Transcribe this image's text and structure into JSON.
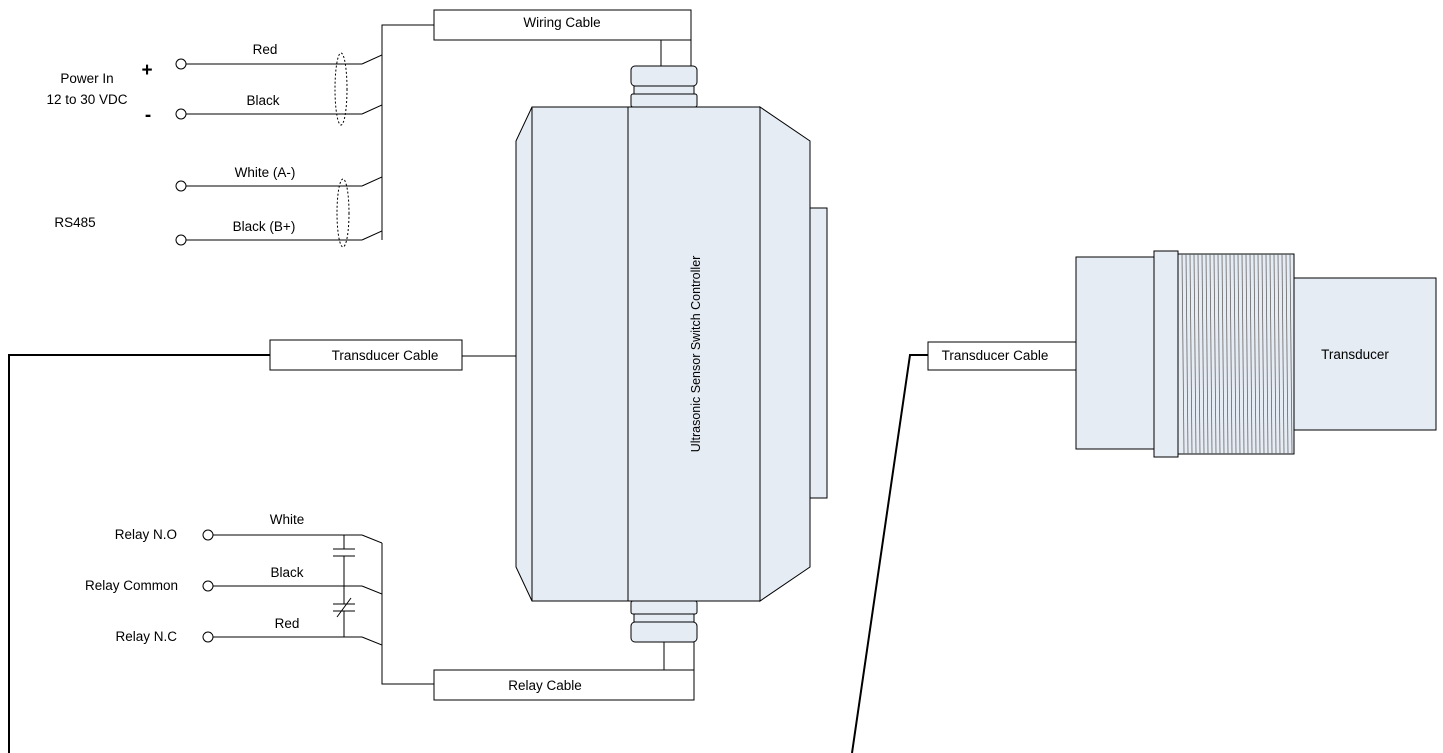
{
  "labels": {
    "wiring_cable": "Wiring Cable",
    "relay_cable": "Relay Cable",
    "transducer_cable": "Transducer Cable",
    "transducer_cable_right": "Transducer Cable",
    "transducer": "Transducer",
    "controller": "Ultrasonic Sensor Switch Controller"
  },
  "power": {
    "title": "Power In",
    "voltage": "12 to 30 VDC",
    "plus": "+",
    "minus": "-",
    "wire_pos": "Red",
    "wire_neg": "Black"
  },
  "rs485": {
    "title": "RS485",
    "wire_a": "White (A-)",
    "wire_b": "Black (B+)"
  },
  "relay": {
    "no": "Relay N.O",
    "common": "Relay Common",
    "nc": "Relay N.C",
    "wire_no": "White",
    "wire_common": "Black",
    "wire_nc": "Red"
  }
}
